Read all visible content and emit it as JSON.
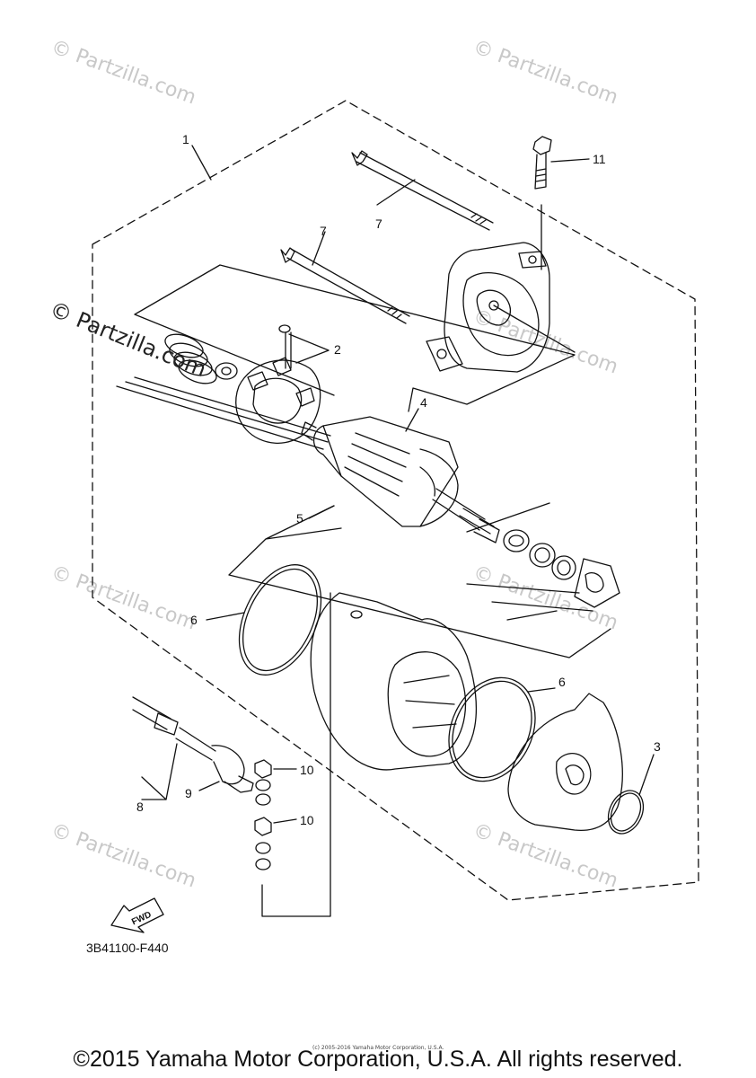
{
  "watermark": {
    "text": "© Partzilla.com",
    "dark_text": "© Partzilla.com"
  },
  "callouts": [
    "1",
    "2",
    "3",
    "4",
    "5",
    "6",
    "6",
    "7",
    "7",
    "8",
    "9",
    "10",
    "10",
    "11"
  ],
  "fwd_label": "FWD",
  "diagram_code": "3B41100-F440",
  "tiny_copyright": "(c) 2005-2016 Yamaha Motor Corporation, U.S.A.",
  "copyright": "©2015 Yamaha Motor Corporation, U.S.A. All rights reserved."
}
